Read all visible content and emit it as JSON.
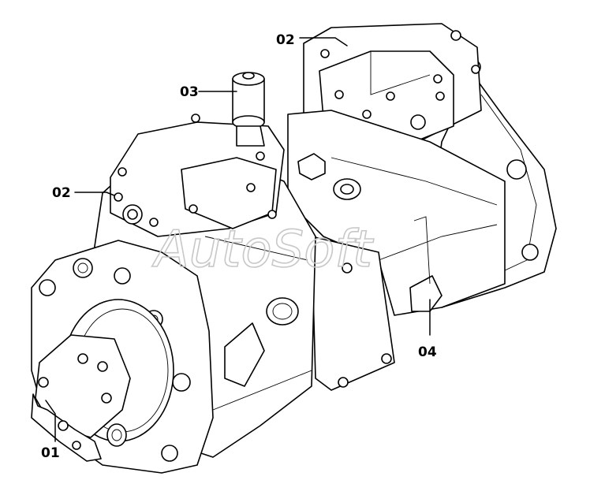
{
  "watermark": "AutoSoft",
  "callouts": [
    {
      "id": "02",
      "text": "02"
    },
    {
      "id": "03",
      "text": "03"
    },
    {
      "id": "02b",
      "text": "02"
    },
    {
      "id": "04",
      "text": "04"
    },
    {
      "id": "01",
      "text": "01"
    }
  ]
}
